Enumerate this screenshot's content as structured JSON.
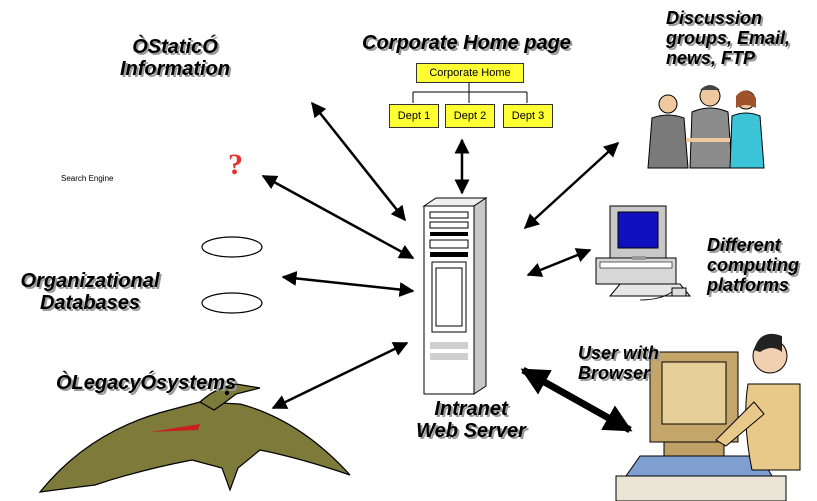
{
  "labels": {
    "static_info_line1": "ÒStaticÓ",
    "static_info_line2": "Information",
    "corporate_home_page": "Corporate Home page",
    "discussion_line1": "Discussion",
    "discussion_line2": "groups, Email,",
    "discussion_line3": "news, FTP",
    "search_engine": "Search Engine",
    "question_mark": "?",
    "org_db_line1": "Organizational",
    "org_db_line2": "Databases",
    "different_line1": "Different",
    "different_line2": "computing",
    "different_line3": "platforms",
    "legacy": "ÒLegacyÓsystems",
    "user_line1": "User with",
    "user_line2": "Browser",
    "server_line1": "Intranet",
    "server_line2": "Web Server"
  },
  "org_chart": {
    "root": "Corporate Home",
    "departments": [
      "Dept 1",
      "Dept 2",
      "Dept 3"
    ]
  },
  "colors": {
    "org_box_fill": "#ffff33",
    "question_mark": "#e8312a",
    "label_shadow": "#9a9a9a",
    "monitor_screen": "#1010c0",
    "pterodactyl": "#7d7a3a"
  }
}
